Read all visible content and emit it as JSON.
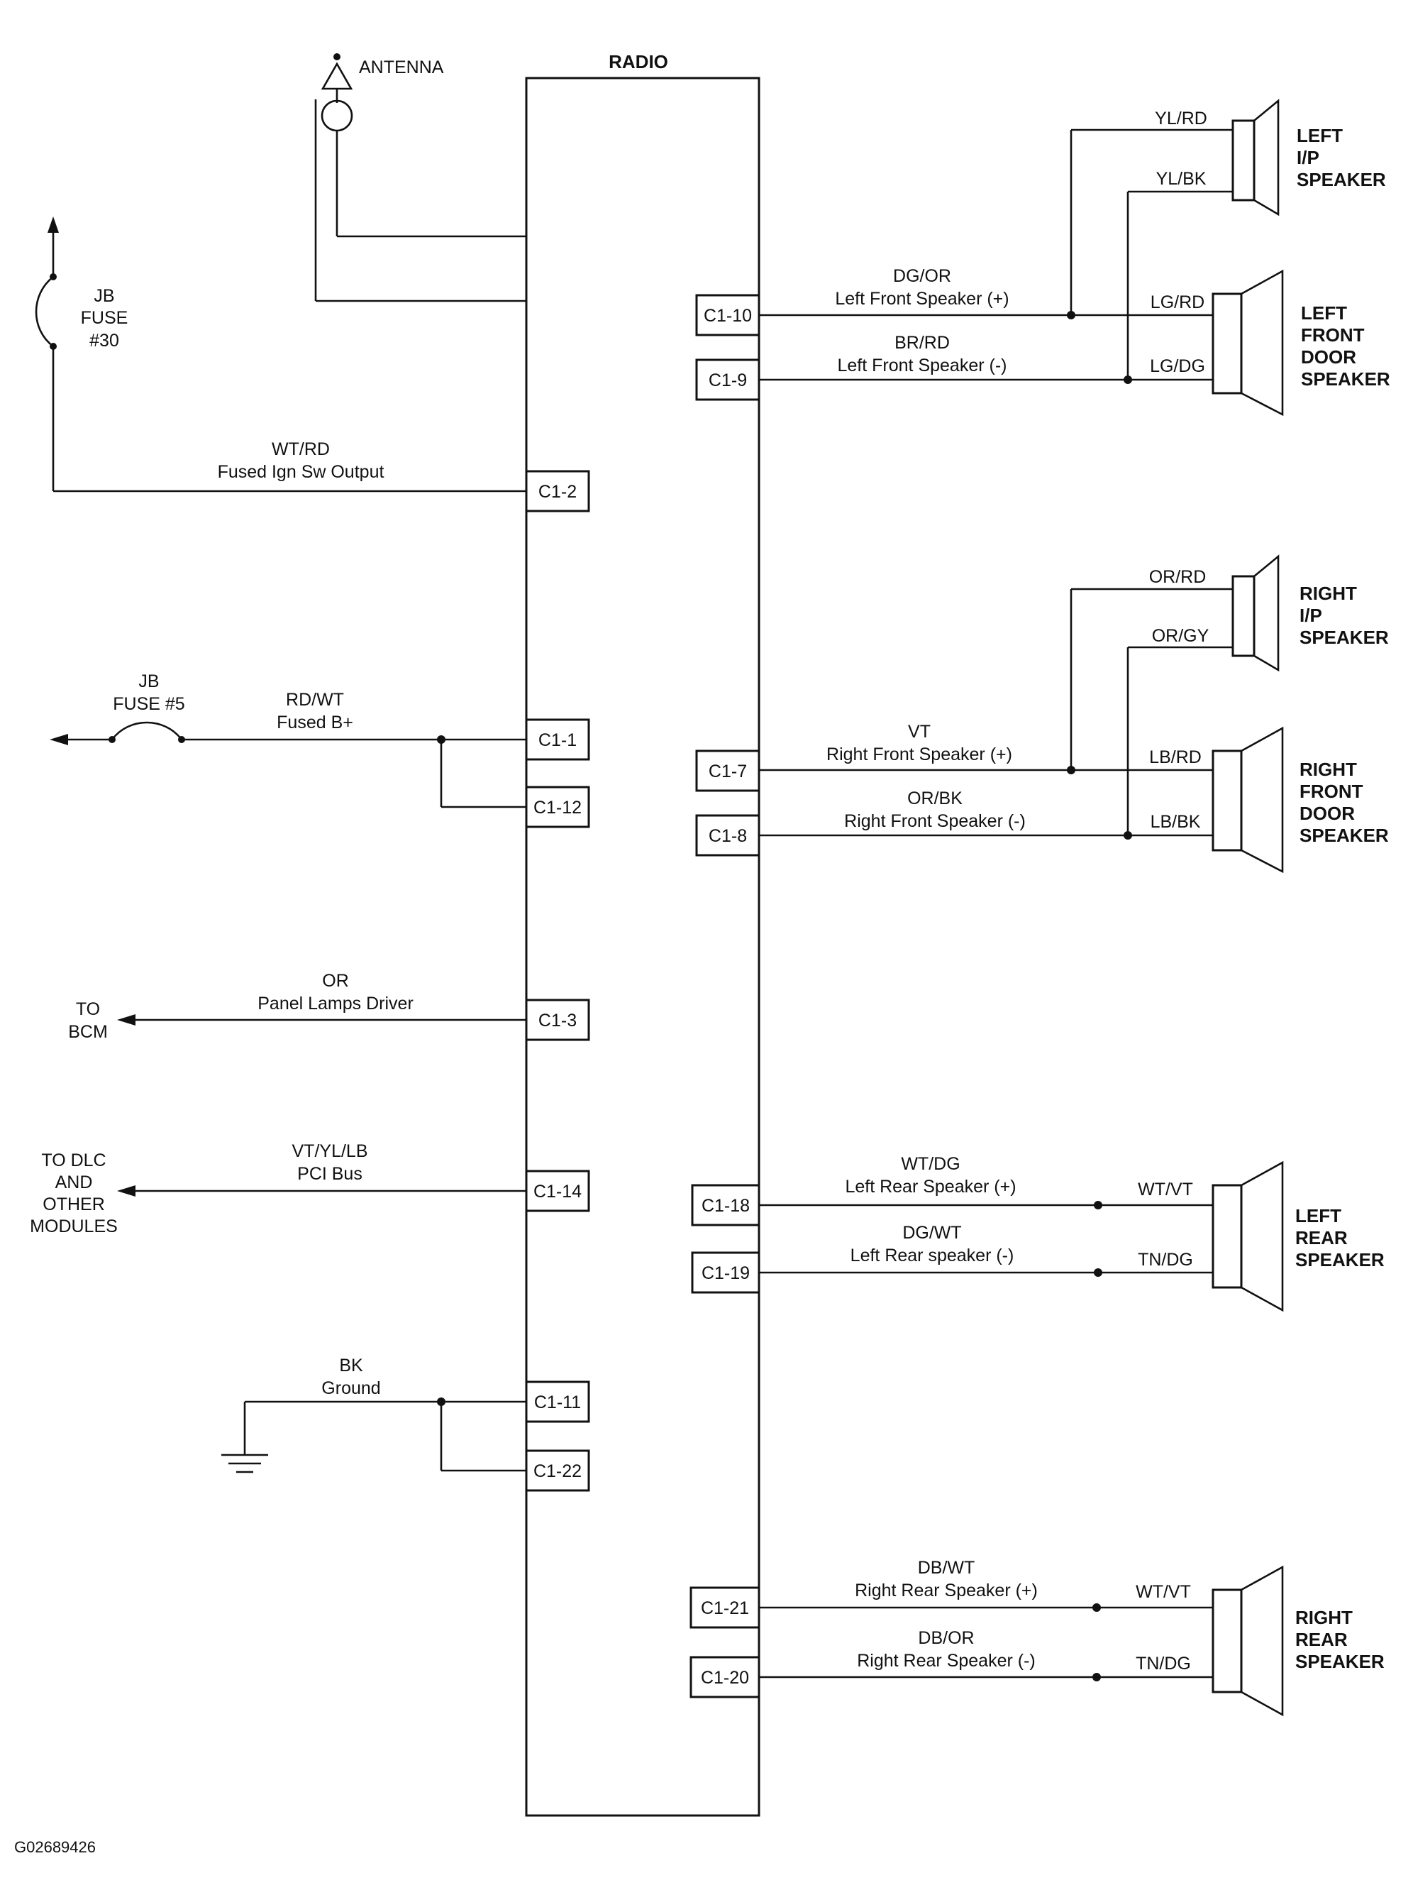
{
  "radio": {
    "title": "RADIO"
  },
  "antenna": {
    "label": "ANTENNA"
  },
  "figure_id": "G02689426",
  "left_side": {
    "fuse30": {
      "lines": [
        "JB",
        "FUSE",
        "#30"
      ]
    },
    "fused_ign": {
      "color": "WT/RD",
      "name": "Fused Ign Sw Output",
      "pin": "C1-2"
    },
    "fuse5": {
      "lines": [
        "JB",
        "FUSE #5"
      ]
    },
    "fused_bplus": {
      "color": "RD/WT",
      "name": "Fused B+",
      "pin": "C1-1",
      "pin2": "C1-12"
    },
    "panel": {
      "color": "OR",
      "name": "Panel Lamps Driver",
      "pin": "C1-3",
      "dest": [
        "TO",
        "BCM"
      ]
    },
    "pci": {
      "color": "VT/YL/LB",
      "name": "PCI Bus",
      "pin": "C1-14",
      "dest": [
        "TO DLC",
        "AND",
        "OTHER",
        "MODULES"
      ]
    },
    "ground": {
      "color": "BK",
      "name": "Ground",
      "pin": "C1-11",
      "pin2": "C1-22"
    }
  },
  "right_side": {
    "lf_pos": {
      "pin": "C1-10",
      "color": "DG/OR",
      "name": "Left Front Speaker (+)",
      "spk_wire": "LG/RD"
    },
    "lf_neg": {
      "pin": "C1-9",
      "color": "BR/RD",
      "name": "Left Front Speaker (-)",
      "spk_wire": "LG/DG"
    },
    "lip_top": "YL/RD",
    "lip_bot": "YL/BK",
    "rf_pos": {
      "pin": "C1-7",
      "color": "VT",
      "name": "Right Front Speaker (+)",
      "spk_wire": "LB/RD"
    },
    "rf_neg": {
      "pin": "C1-8",
      "color": "OR/BK",
      "name": "Right Front Speaker (-)",
      "spk_wire": "LB/BK"
    },
    "rip_top": "OR/RD",
    "rip_bot": "OR/GY",
    "lr_pos": {
      "pin": "C1-18",
      "color": "WT/DG",
      "name": "Left Rear Speaker (+)",
      "spk_wire": "WT/VT"
    },
    "lr_neg": {
      "pin": "C1-19",
      "color": "DG/WT",
      "name": "Left Rear speaker (-)",
      "spk_wire": "TN/DG"
    },
    "rr_pos": {
      "pin": "C1-21",
      "color": "DB/WT",
      "name": "Right Rear Speaker (+)",
      "spk_wire": "WT/VT"
    },
    "rr_neg": {
      "pin": "C1-20",
      "color": "DB/OR",
      "name": "Right Rear Speaker (-)",
      "spk_wire": "TN/DG"
    }
  },
  "speakers": {
    "left_ip": [
      "LEFT",
      "I/P",
      "SPEAKER"
    ],
    "left_front_door": [
      "LEFT",
      "FRONT",
      "DOOR",
      "SPEAKER"
    ],
    "right_ip": [
      "RIGHT",
      "I/P",
      "SPEAKER"
    ],
    "right_front_door": [
      "RIGHT",
      "FRONT",
      "DOOR",
      "SPEAKER"
    ],
    "left_rear": [
      "LEFT",
      "REAR",
      "SPEAKER"
    ],
    "right_rear": [
      "RIGHT",
      "REAR",
      "SPEAKER"
    ]
  }
}
